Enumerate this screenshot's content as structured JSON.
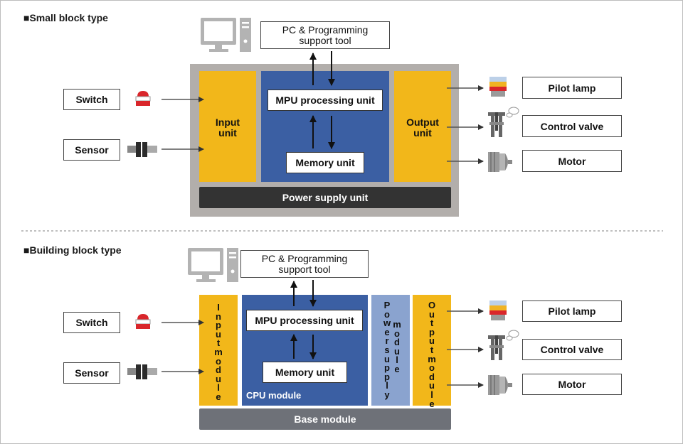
{
  "small": {
    "title": "■Small block type",
    "tool": "PC & Programming\nsupport tool",
    "input_unit": "Input\nunit",
    "output_unit": "Output\nunit",
    "mpu": "MPU processing unit",
    "memory": "Memory unit",
    "power": "Power supply unit",
    "switch": "Switch",
    "sensor": "Sensor",
    "pilot_lamp": "Pilot lamp",
    "control_valve": "Control valve",
    "motor": "Motor"
  },
  "building": {
    "title": "■Building block type",
    "tool": "PC & Programming\nsupport tool",
    "input_module": "Inputmodule",
    "output_module": "Outputmodule",
    "power_module": "Powersupplymodule",
    "mpu": "MPU processing unit",
    "memory": "Memory unit",
    "cpu_module": "CPU module",
    "base_module": "Base module",
    "switch": "Switch",
    "sensor": "Sensor",
    "pilot_lamp": "Pilot lamp",
    "control_valve": "Control valve",
    "motor": "Motor"
  },
  "colors": {
    "yellow": "#f2b71a",
    "blue": "#3b5fa3",
    "light_blue": "#8aa3cf",
    "gray_frame": "#b2aeab",
    "dark_bar": "#333333",
    "base_bar": "#6e7178"
  },
  "icons": [
    "computer-icon",
    "push-switch-icon",
    "sensor-icon",
    "pilot-lamp-icon",
    "control-valve-icon",
    "motor-icon"
  ]
}
